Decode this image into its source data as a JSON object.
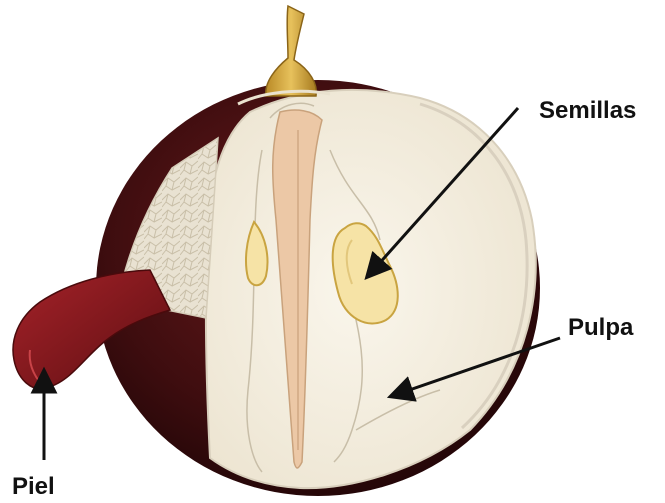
{
  "labels": {
    "seeds": "Semillas",
    "pulp": "Pulpa",
    "skin": "Piel"
  },
  "colors": {
    "skin_dark": "#3c0d0d",
    "skin_peel": "#8e1a1f",
    "pulp": "#f4efe3",
    "seed": "#f6e3a6",
    "stem": "#d8b24a",
    "arrow": "#111111"
  }
}
